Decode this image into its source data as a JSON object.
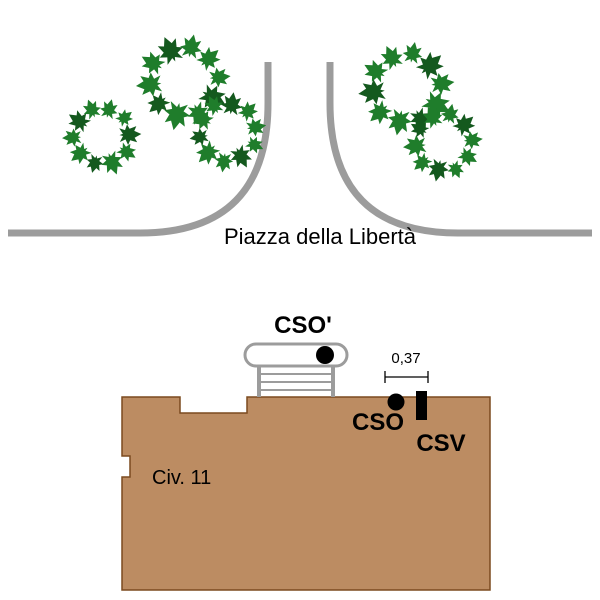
{
  "labels": {
    "piazza": "Piazza della Libertà",
    "cso_prime": "CSO'",
    "cso": "CSO",
    "csv": "CSV",
    "dimension": "0,37",
    "civic": "Civ. 11"
  },
  "colors": {
    "foliage": "#1f7d2b",
    "foliage_dark": "#14591e",
    "curb": "#9c9c9c",
    "building_fill": "#bc8c62",
    "building_stroke": "#7b4a1f",
    "marker": "#000000",
    "platform_fill": "#ffffff"
  }
}
